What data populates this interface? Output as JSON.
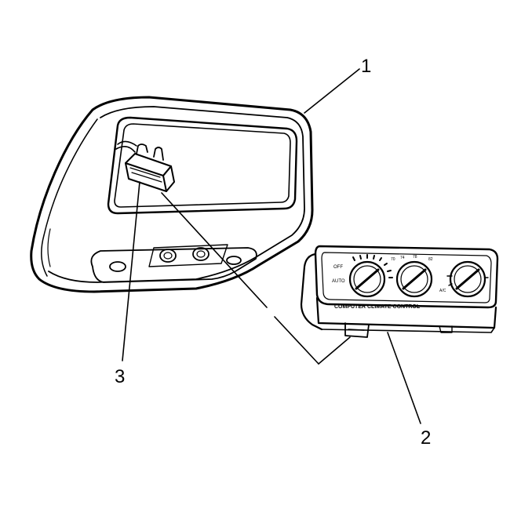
{
  "callouts": [
    {
      "id": "1",
      "label": "1"
    },
    {
      "id": "2",
      "label": "2"
    },
    {
      "id": "3",
      "label": "3"
    }
  ],
  "climate_panel": {
    "title": "COMPUTER CLIMATE CONTROL",
    "left_dial_labels": [
      "OFF",
      "AUTO"
    ],
    "middle_dial_labels": [
      "70",
      "74",
      "78",
      "82"
    ],
    "right_dial_labels": [
      "A/C"
    ]
  },
  "colors": {
    "line": "#000000",
    "background": "#ffffff"
  }
}
